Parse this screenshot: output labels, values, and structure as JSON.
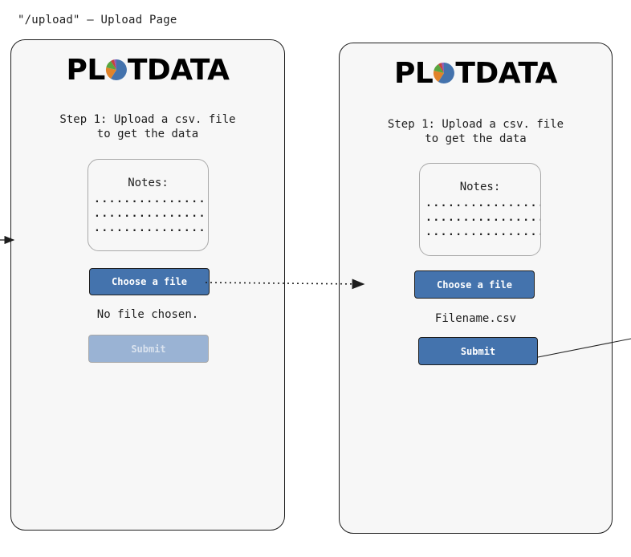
{
  "page_label": "\"/upload\" – Upload Page",
  "logo": {
    "text_left": "PL",
    "text_right": "TDATA",
    "pie_colors": [
      "#4473ad",
      "#e1832a",
      "#5aa63f",
      "#c7413f",
      "#8a5fb7"
    ]
  },
  "screens": [
    {
      "step_text": "Step 1: Upload a csv. file\nto get the data",
      "notes_title": "Notes:",
      "notes_lines": [
        "................",
        "................",
        "................"
      ],
      "choose_label": "Choose a file",
      "file_status": "No file chosen.",
      "submit_label": "Submit",
      "submit_state": "disabled"
    },
    {
      "step_text": "Step 1: Upload a csv. file\nto get the data",
      "notes_title": "Notes:",
      "notes_lines": [
        "................",
        "................",
        "................"
      ],
      "choose_label": "Choose a file",
      "file_status": "Filename.csv",
      "submit_label": "Submit",
      "submit_state": "enabled"
    }
  ],
  "colors": {
    "button_primary": "#4473ad",
    "button_disabled": "#9ab3d4",
    "frame_bg": "#f7f7f7",
    "stroke": "#1e1e1e"
  }
}
